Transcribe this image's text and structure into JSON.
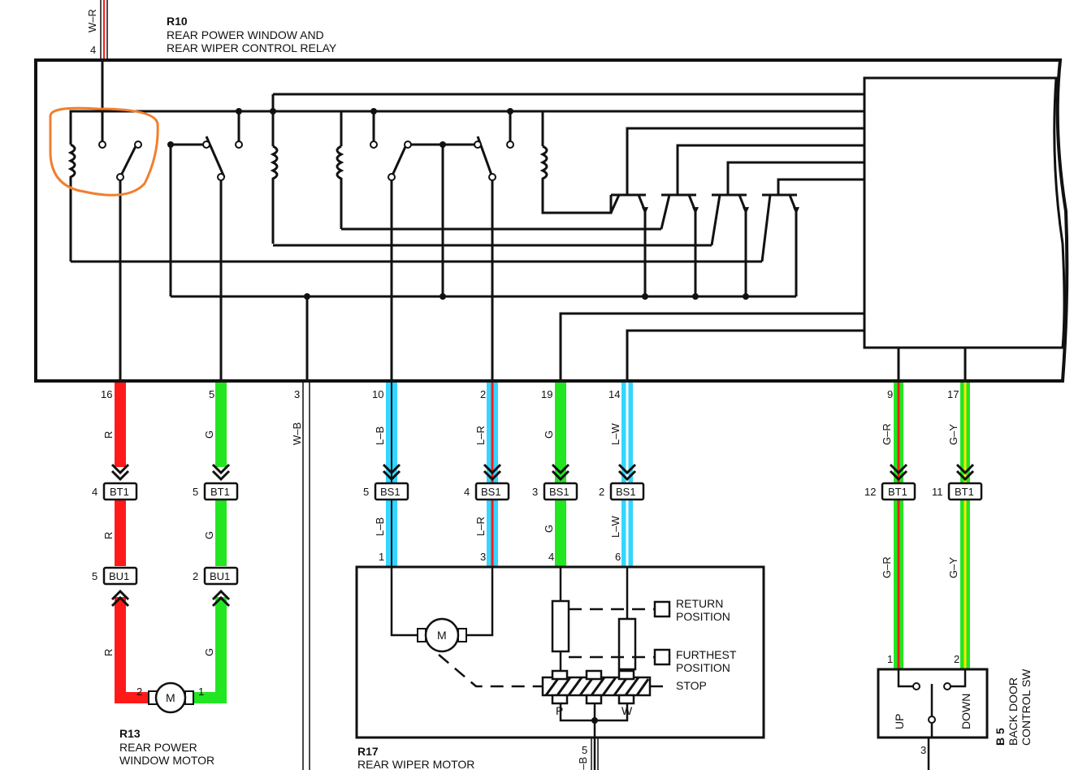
{
  "relay": {
    "code": "R10",
    "name_line1": "REAR POWER WINDOW AND",
    "name_line2": "REAR WIPER CONTROL RELAY",
    "top_wire": {
      "code": "W–R",
      "pin": "4"
    }
  },
  "wires": [
    {
      "id": "w16",
      "pin": "16",
      "color_code": "R",
      "conn1": {
        "name": "BT1",
        "pin": "4"
      },
      "conn2": {
        "name": "BU1",
        "pin": "5"
      },
      "end_pin": "2"
    },
    {
      "id": "w5",
      "pin": "5",
      "color_code": "G",
      "conn1": {
        "name": "BT1",
        "pin": "5"
      },
      "conn2": {
        "name": "BU1",
        "pin": "2"
      },
      "end_pin": "1"
    },
    {
      "id": "w3",
      "pin": "3",
      "color_code": "W–B"
    },
    {
      "id": "w10",
      "pin": "10",
      "color_code": "L–B",
      "conn1": {
        "name": "BS1",
        "pin": "5"
      },
      "end_pin": "1"
    },
    {
      "id": "w2",
      "pin": "2",
      "color_code": "L–R",
      "conn1": {
        "name": "BS1",
        "pin": "4"
      },
      "end_pin": "3"
    },
    {
      "id": "w19",
      "pin": "19",
      "color_code": "G",
      "conn1": {
        "name": "BS1",
        "pin": "3"
      },
      "end_pin": "4"
    },
    {
      "id": "w14",
      "pin": "14",
      "color_code": "L–W",
      "conn1": {
        "name": "BS1",
        "pin": "2"
      },
      "end_pin": "6"
    },
    {
      "id": "w9",
      "pin": "9",
      "color_code": "G–R",
      "conn1": {
        "name": "BT1",
        "pin": "12"
      },
      "end_pin": "1"
    },
    {
      "id": "w17",
      "pin": "17",
      "color_code": "G–Y",
      "conn1": {
        "name": "BT1",
        "pin": "11"
      },
      "end_pin": "2"
    }
  ],
  "motor_window": {
    "code": "R13",
    "name_line1": "REAR POWER",
    "name_line2": "WINDOW MOTOR",
    "symbol": "M"
  },
  "motor_wiper": {
    "code": "R17",
    "name": "REAR WIPER MOTOR",
    "symbol": "M",
    "positions": [
      "RETURN",
      "POSITION",
      "FURTHEST",
      "POSITION",
      "STOP"
    ],
    "contacts": [
      "P",
      "W"
    ],
    "ground_pin": "5",
    "ground_wire": "W–B"
  },
  "switch": {
    "code": "B 5",
    "name_line1": "BACK DOOR",
    "name_line2": "CONTROL SW",
    "up": "UP",
    "down": "DOWN",
    "ground_pin": "3"
  },
  "highlight": {
    "shape": "hand-drawn-circle",
    "color": "#f07f2e"
  },
  "colors": {
    "R": "#ff1a1a",
    "G": "#22e622",
    "L": "#33d6ff",
    "Y": "#ffe600",
    "W": "#ffffff",
    "B": "#111111",
    "highlight": "#f07f2e"
  }
}
